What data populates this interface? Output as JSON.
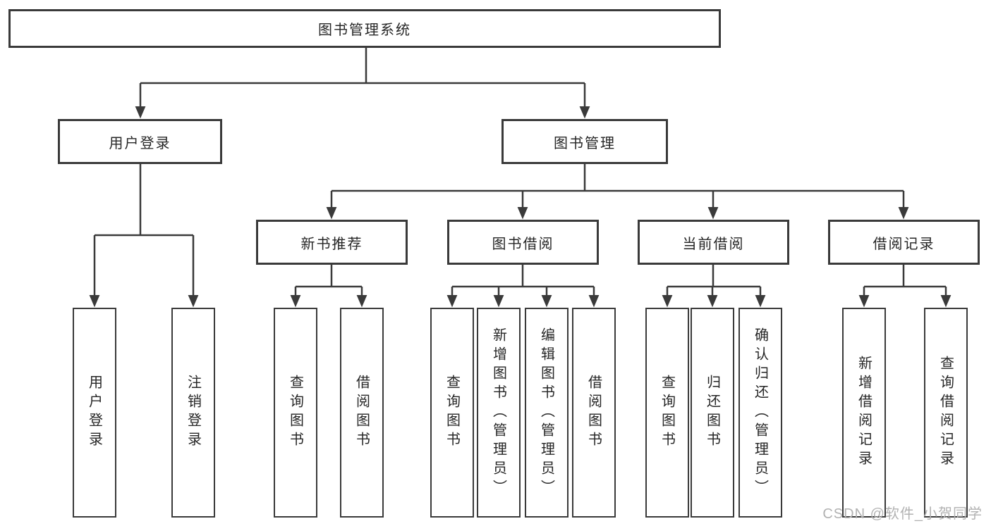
{
  "diagram": {
    "root": "图书管理系统",
    "branches": [
      {
        "label": "用户登录",
        "children": [
          {
            "label": "用户登录"
          },
          {
            "label": "注销登录"
          }
        ]
      },
      {
        "label": "图书管理",
        "children": [
          {
            "label": "新书推荐",
            "children": [
              {
                "label": "查询图书"
              },
              {
                "label": "借阅图书"
              }
            ]
          },
          {
            "label": "图书借阅",
            "children": [
              {
                "label": "查询图书"
              },
              {
                "label": "新增图书（管理员）"
              },
              {
                "label": "编辑图书（管理员）"
              },
              {
                "label": "借阅图书"
              }
            ]
          },
          {
            "label": "当前借阅",
            "children": [
              {
                "label": "查询图书"
              },
              {
                "label": "归还图书"
              },
              {
                "label": "确认归还（管理员）"
              }
            ]
          },
          {
            "label": "借阅记录",
            "children": [
              {
                "label": "新增借阅记录"
              },
              {
                "label": "查询借阅记录"
              }
            ]
          }
        ]
      }
    ]
  },
  "watermark": {
    "text": "CSDN @软件_小贺同学"
  },
  "colors": {
    "line": "#3a3a3a",
    "text": "#262626",
    "bg": "#ffffff",
    "watermark": "#b2b2b2"
  }
}
